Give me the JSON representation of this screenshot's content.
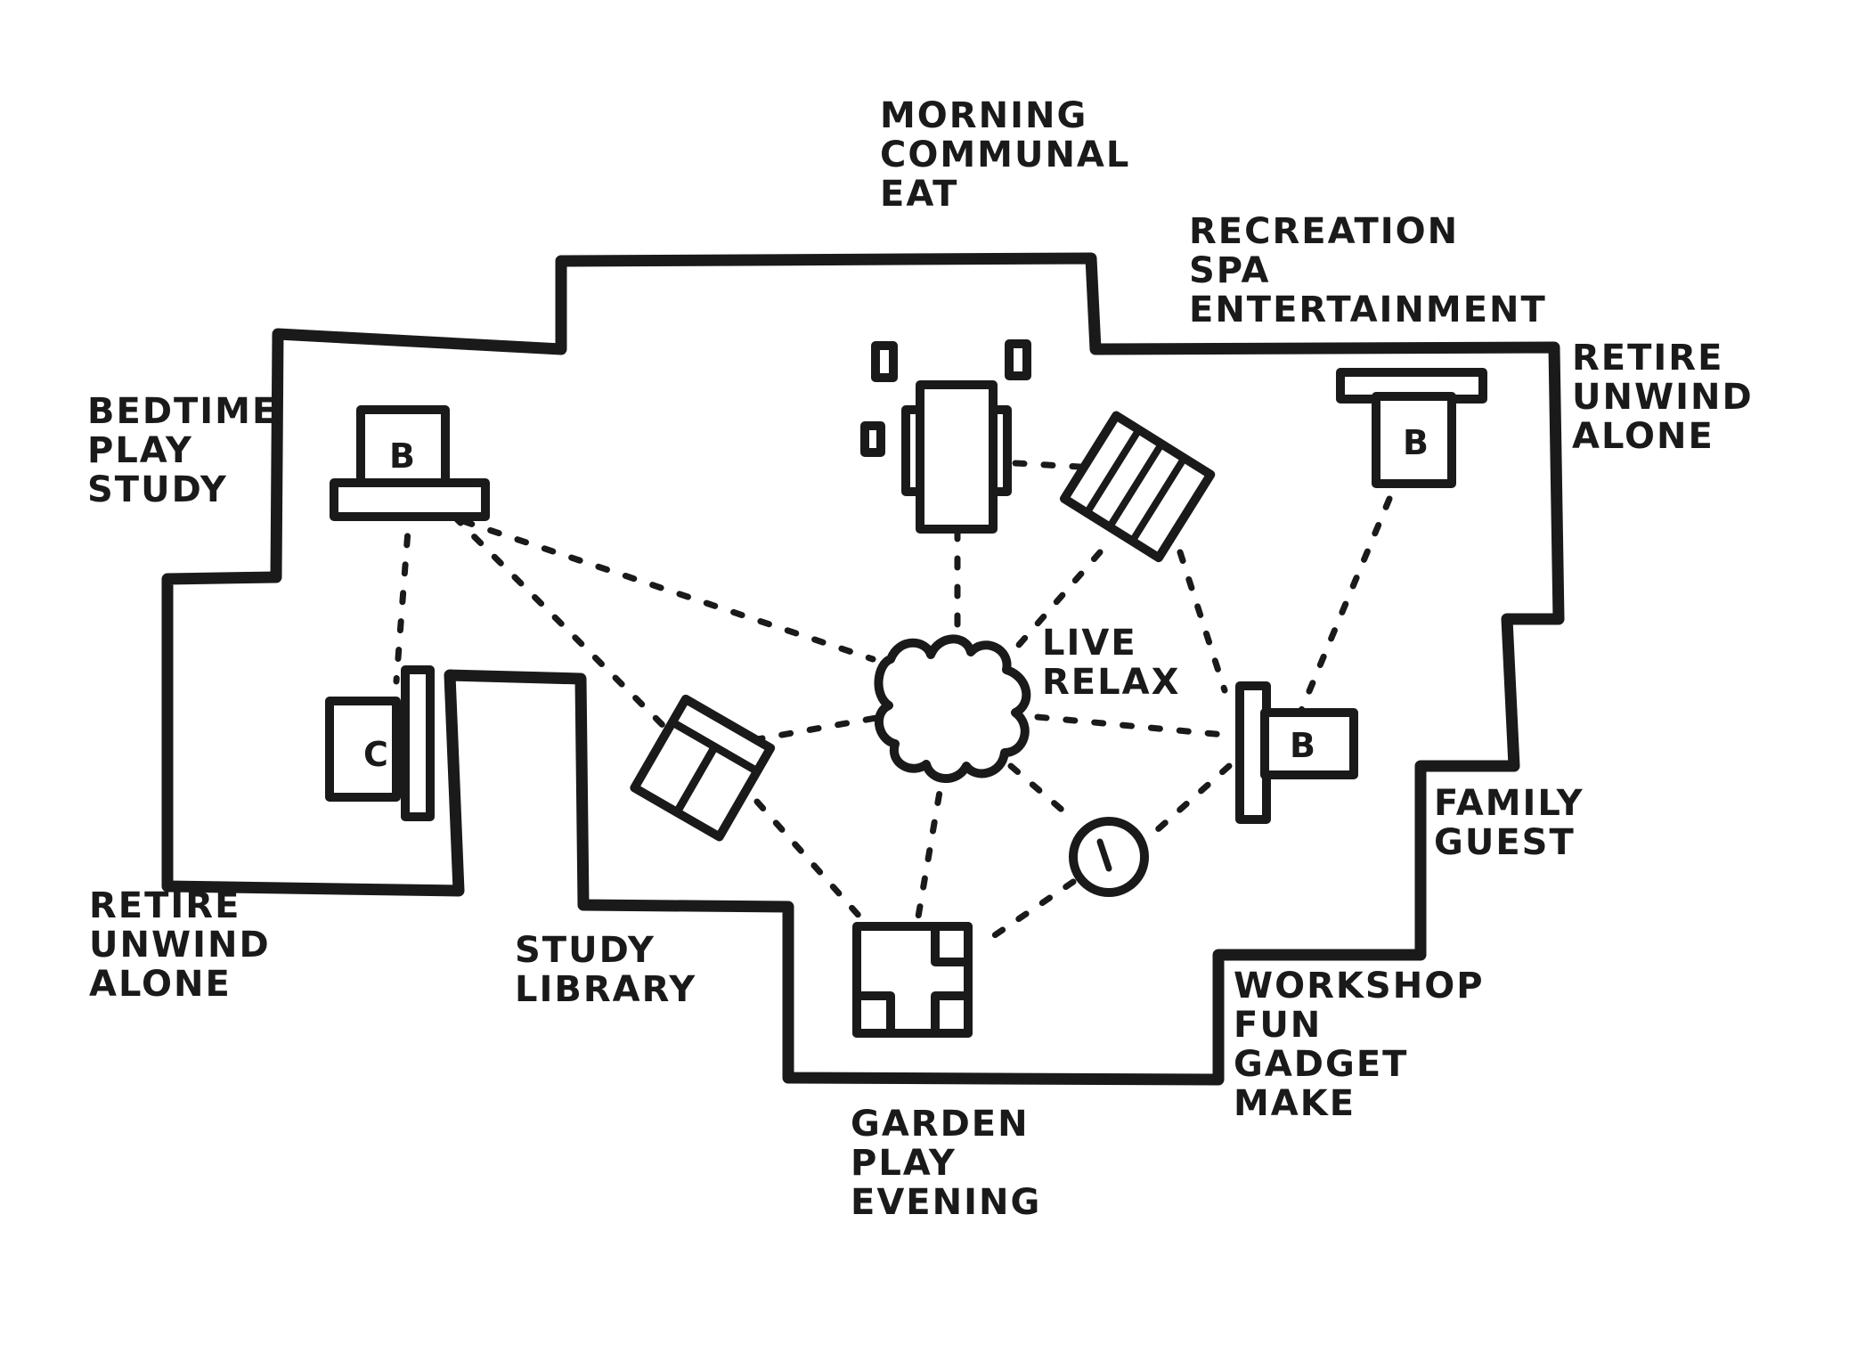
{
  "colors": {
    "ink": "#1a1a1a",
    "paper": "#ffffff"
  },
  "zones": {
    "morning": [
      "MORNING",
      "COMMUNAL",
      "EAT"
    ],
    "recreation": [
      "RECREATION",
      "SPA",
      "ENTERTAINMENT"
    ],
    "bedtime": [
      "BEDTIME",
      "PLAY",
      "STUDY"
    ],
    "retire_top": [
      "RETIRE",
      "UNWIND",
      "ALONE"
    ],
    "live": [
      "LIVE",
      "RELAX"
    ],
    "family": [
      "FAMILY",
      "GUEST"
    ],
    "retire_bottom": [
      "RETIRE",
      "UNWIND",
      "ALONE"
    ],
    "study": [
      "STUDY",
      "LIBRARY"
    ],
    "workshop": [
      "WORKSHOP",
      "FUN",
      "GADGET",
      "MAKE"
    ],
    "garden": [
      "GARDEN",
      "PLAY",
      "EVENING"
    ]
  },
  "furniture_marks": {
    "bed": "B",
    "chair": "C"
  }
}
